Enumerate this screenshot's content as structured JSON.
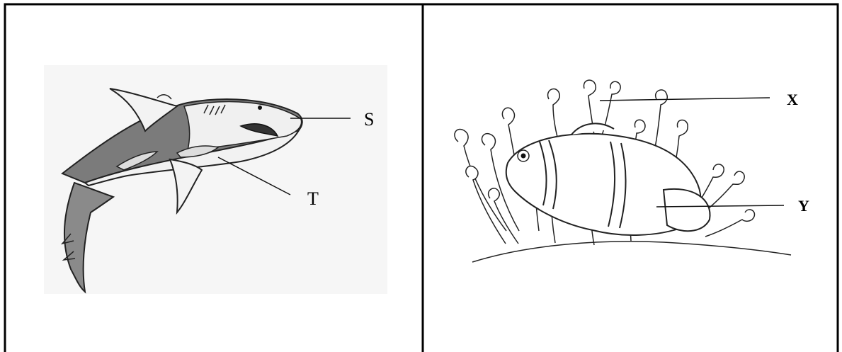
{
  "labels": {
    "shark_s": "S",
    "shark_t": "T",
    "fish_x": "X",
    "fish_y": "Y"
  }
}
